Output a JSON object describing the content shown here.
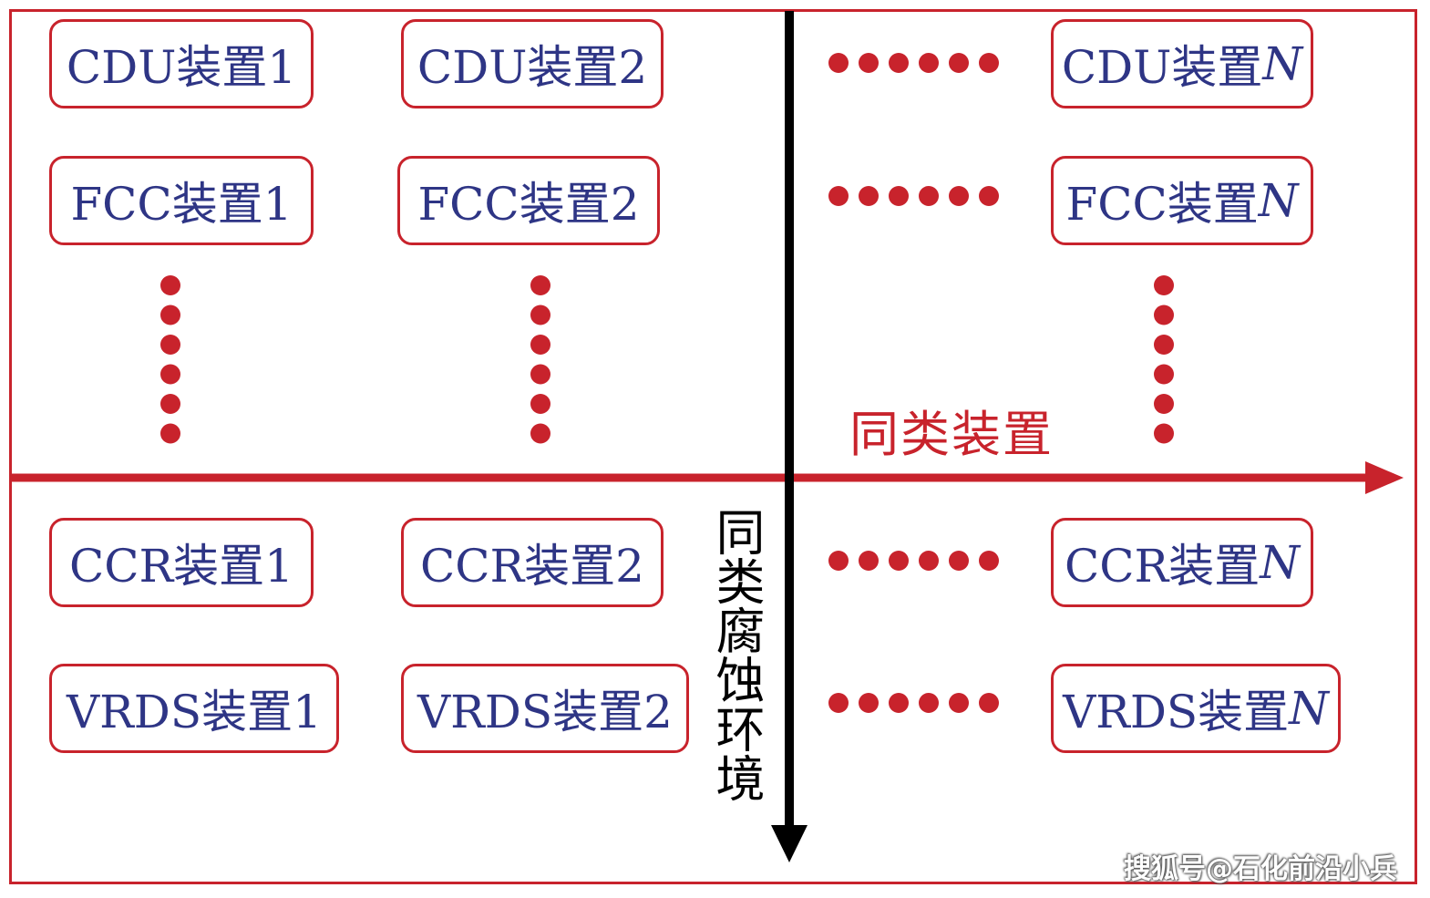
{
  "units": [
    {
      "name": "CDU",
      "label_1": "CDU装置1",
      "label_2": "CDU装置2",
      "label_n_prefix": "CDU装置",
      "label_n_var": "N"
    },
    {
      "name": "FCC",
      "label_1": "FCC装置1",
      "label_2": "FCC装置2",
      "label_n_prefix": "FCC装置",
      "label_n_var": "N"
    },
    {
      "name": "CCR",
      "label_1": "CCR装置1",
      "label_2": "CCR装置2",
      "label_n_prefix": "CCR装置",
      "label_n_var": "N"
    },
    {
      "name": "VRDS",
      "label_1": "VRDS装置1",
      "label_2": "VRDS装置2",
      "label_n_prefix": "VRDS装置",
      "label_n_var": "N"
    }
  ],
  "axes": {
    "horizontal_label": "同类装置",
    "vertical_label": "同类腐蚀环境"
  },
  "watermark": "搜狐号@石化前沿小兵",
  "colors": {
    "accent_red": "#c8232c",
    "text_blue": "#2e3585",
    "axis_black": "#000000"
  }
}
